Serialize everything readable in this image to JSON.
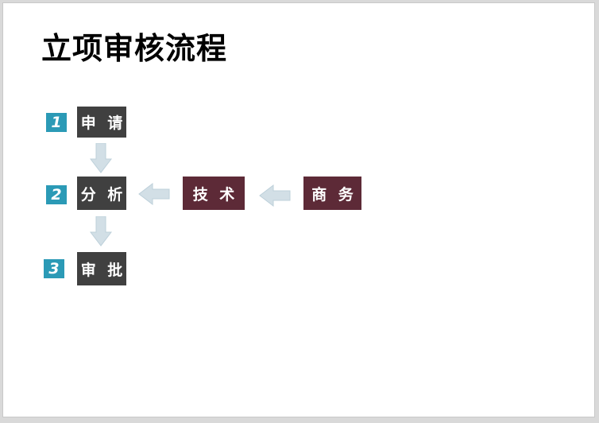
{
  "title": "立项审核流程",
  "steps": [
    {
      "number": "1",
      "label": "申 请"
    },
    {
      "number": "2",
      "label": "分 析"
    },
    {
      "number": "3",
      "label": "审 批"
    }
  ],
  "inputs": [
    {
      "label": "技 术"
    },
    {
      "label": "商 务"
    }
  ],
  "colors": {
    "number_badge": "#2b9ab6",
    "step_box": "#404040",
    "input_box": "#5d2a37",
    "arrow_fill": "#d2dfe6"
  },
  "icons": {
    "down_arrow": "arrow-down-icon",
    "left_arrow": "arrow-left-icon"
  }
}
